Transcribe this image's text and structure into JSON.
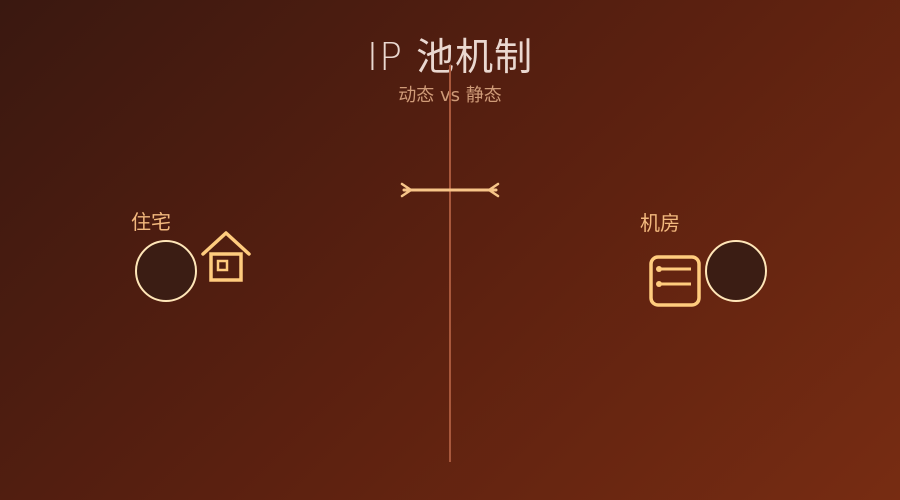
{
  "header": {
    "title": "IP 池机制",
    "subtitle": "动态 vs 静态"
  },
  "left": {
    "label": "住宅",
    "icon": "house-icon"
  },
  "right": {
    "label": "机房",
    "icon": "server-icon"
  },
  "colors": {
    "background_start": "#3a1810",
    "background_end": "#772c12",
    "accent": "#f3b97e",
    "node_fill": "#3b1d14",
    "node_stroke": "#ffe6b8",
    "divider": "#a8583c"
  }
}
